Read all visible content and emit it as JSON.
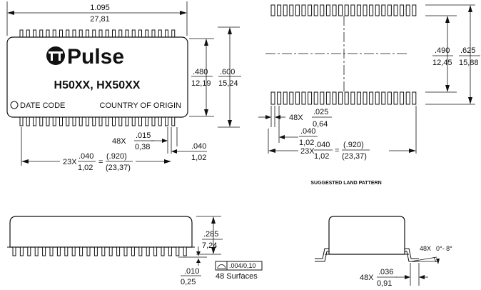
{
  "top_view": {
    "width_in": "1.095",
    "width_mm": "27,81",
    "logo_text": "Pulse",
    "part_numbers": "H50XX, HX50XX",
    "date_code": "DATE CODE",
    "country": "COUNTRY OF ORIGIN",
    "body_height_in": ".480",
    "body_height_mm": "12,19",
    "total_height_in": ".600",
    "total_height_mm": "15,24",
    "lead_count_width": "48X",
    "lead_width_in": ".015",
    "lead_width_mm": "0,38",
    "pitch_in": ".040",
    "pitch_mm": "1,02",
    "span_prefix": "23X",
    "span_pitch_in": ".040",
    "span_pitch_mm": "1,02",
    "span_eq": "=",
    "span_in": "(.920)",
    "span_mm": "(23,37)"
  },
  "land_pattern": {
    "caption": "SUGGESTED LAND PATTERN",
    "inner_in": ".490",
    "inner_mm": "12,45",
    "outer_in": ".625",
    "outer_mm": "15,88",
    "pad_count": "48X",
    "pad_width_in": ".025",
    "pad_width_mm": "0,64",
    "pitch_in": ".040",
    "pitch_mm": "1,02",
    "span_prefix": "23X",
    "span_pitch_in": ".040",
    "span_pitch_mm": "1,02",
    "span_eq": "=",
    "span_in": "(.920)",
    "span_mm": "(23,37)"
  },
  "side_view": {
    "height_in": ".285",
    "height_mm": "7,24",
    "standoff_in": ".010",
    "standoff_mm": "0,25",
    "coplanarity": ".004/0,10",
    "surfaces": "48 Surfaces"
  },
  "end_view": {
    "angle_count": "48X",
    "angle": "0°- 8°",
    "lead_count": "48X",
    "lead_in": ".036",
    "lead_mm": "0,91"
  }
}
